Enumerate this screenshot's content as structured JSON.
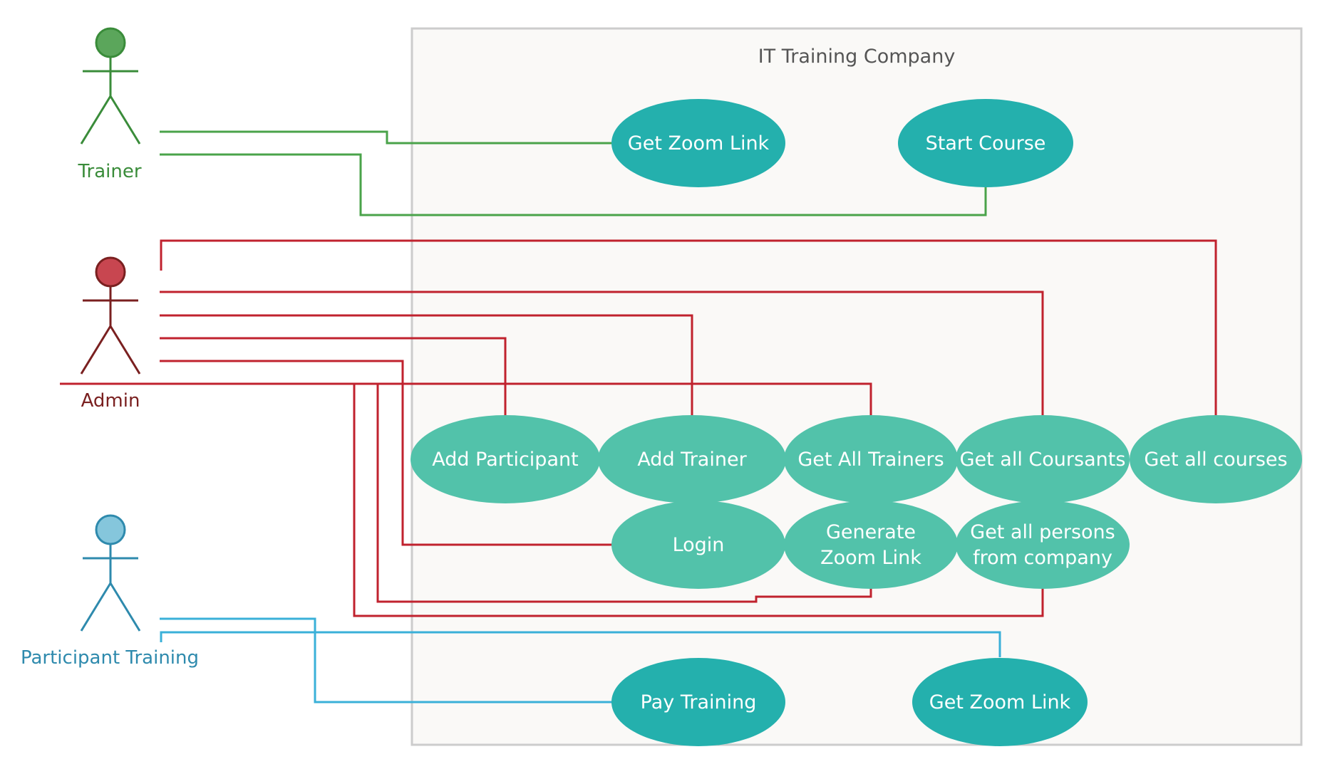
{
  "system": {
    "title": "IT Training Company"
  },
  "actors": {
    "trainer": {
      "label": "Trainer",
      "color": "#3a8c3a",
      "head_fill": "#5ba65b"
    },
    "admin": {
      "label": "Admin",
      "color": "#7a2020",
      "head_fill": "#c84650"
    },
    "participant": {
      "label": "Participant Training",
      "color": "#2e8aad",
      "head_fill": "#85c6dc"
    }
  },
  "use_cases": {
    "trainer_get_zoom_link": "Get Zoom Link",
    "start_course": "Start Course",
    "add_participant": "Add Participant",
    "add_trainer": "Add Trainer",
    "get_all_trainers": "Get All Trainers",
    "get_all_coursants": "Get all Coursants",
    "get_all_courses": "Get all courses",
    "login": "Login",
    "generate_zoom_link": [
      "Generate",
      "Zoom Link"
    ],
    "get_all_persons": [
      "Get all persons",
      "from company"
    ],
    "pay_training": "Pay Training",
    "participant_get_zoom_link": "Get Zoom Link"
  },
  "colors": {
    "trainer_line": "#4aa34a",
    "admin_line": "#c0222e",
    "participant_line": "#3ab0d8",
    "uc_dark": "#24b0ad",
    "uc_light": "#52c2aa",
    "boundary": "#cccccc",
    "boundary_fill": "#faf9f7"
  }
}
